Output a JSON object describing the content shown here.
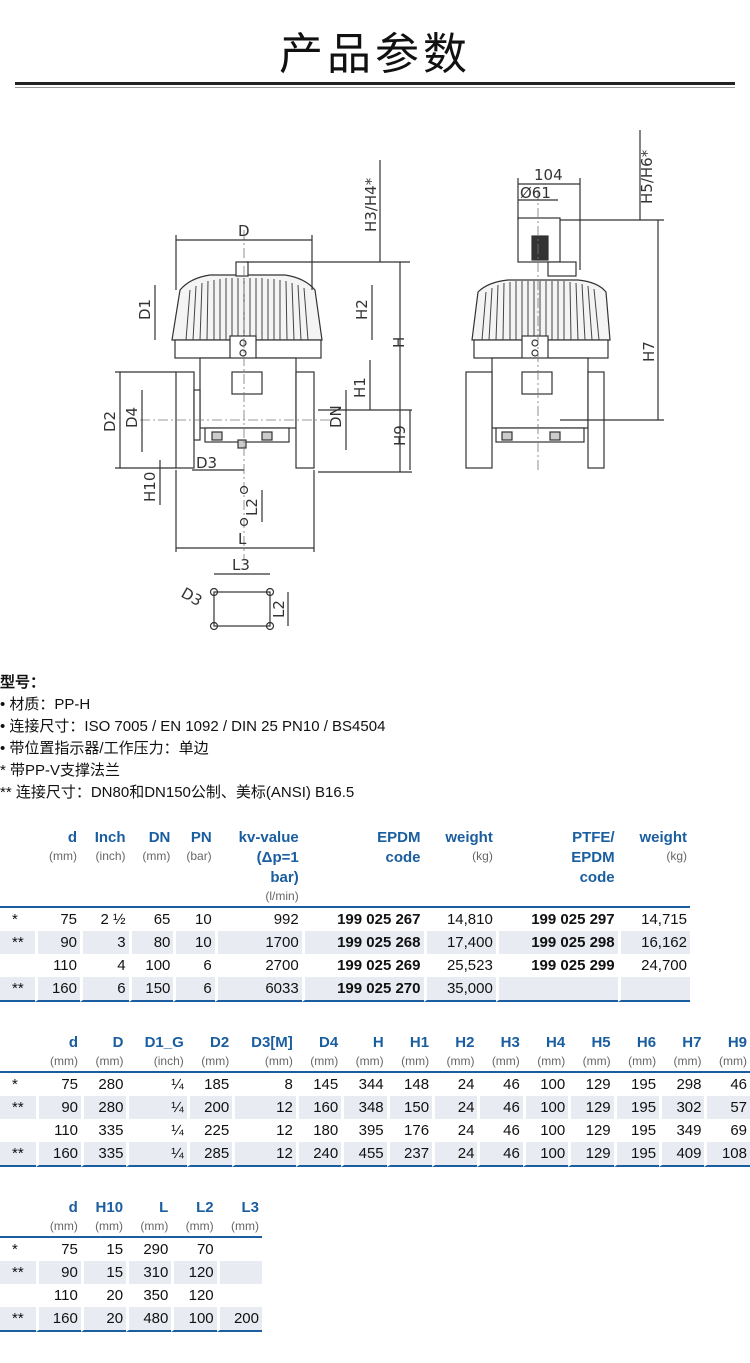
{
  "page": {
    "title": "产品参数"
  },
  "drawing": {
    "labels": {
      "D": "D",
      "D1": "D1",
      "D2": "D2",
      "D3": "D3",
      "D4": "D4",
      "DN": "DN",
      "H": "H",
      "H1": "H1",
      "H2": "H2",
      "H3H4": "H3/H4*",
      "H5H6": "H5/H6*",
      "H7": "H7",
      "H9": "H9",
      "H10": "H10",
      "L": "L",
      "L2": "L2",
      "L3": "L3",
      "w104": "104",
      "d61": "Ø61"
    }
  },
  "spec": {
    "heading": "型号：",
    "lines": [
      "• 材质：PP-H",
      "• 连接尺寸：ISO 7005 / EN 1092 / DIN 25 PN10 / BS4504",
      "• 带位置指示器/工作压力：单边",
      "* 带PP-V支撑法兰",
      "** 连接尺寸：DN80和DN150公制、美标(ANSI) B16.5"
    ]
  },
  "table1": {
    "headers": [
      {
        "l": [
          ""
        ],
        "u": ""
      },
      {
        "l": [
          "d"
        ],
        "u": "(mm)"
      },
      {
        "l": [
          "Inch"
        ],
        "u": "(inch)"
      },
      {
        "l": [
          "DN"
        ],
        "u": "(mm)"
      },
      {
        "l": [
          "PN"
        ],
        "u": "(bar)"
      },
      {
        "l": [
          "kv-value",
          "(Δp=1",
          "bar)"
        ],
        "u": "(l/min)"
      },
      {
        "l": [
          "EPDM",
          "code"
        ],
        "u": ""
      },
      {
        "l": [
          "weight"
        ],
        "u": "(kg)"
      },
      {
        "l": [
          "PTFE/",
          "EPDM",
          "code"
        ],
        "u": ""
      },
      {
        "l": [
          "weight"
        ],
        "u": "(kg)"
      }
    ],
    "rows": [
      [
        "*",
        "75",
        "2 ½",
        "65",
        "10",
        "992",
        "199 025 267",
        "14,810",
        "199 025 297",
        "14,715"
      ],
      [
        "**",
        "90",
        "3",
        "80",
        "10",
        "1700",
        "199 025 268",
        "17,400",
        "199 025 298",
        "16,162"
      ],
      [
        "",
        "110",
        "4",
        "100",
        "6",
        "2700",
        "199 025 269",
        "25,523",
        "199 025 299",
        "24,700"
      ],
      [
        "**",
        "160",
        "6",
        "150",
        "6",
        "6033",
        "199 025 270",
        "35,000",
        "",
        ""
      ]
    ]
  },
  "table2": {
    "headers": [
      {
        "l": [
          ""
        ],
        "u": ""
      },
      {
        "l": [
          "d"
        ],
        "u": "(mm)"
      },
      {
        "l": [
          "D"
        ],
        "u": "(mm)"
      },
      {
        "l": [
          "D1_G"
        ],
        "u": "(inch)"
      },
      {
        "l": [
          "D2"
        ],
        "u": "(mm)"
      },
      {
        "l": [
          "D3[M]"
        ],
        "u": "(mm)"
      },
      {
        "l": [
          "D4"
        ],
        "u": "(mm)"
      },
      {
        "l": [
          "H"
        ],
        "u": "(mm)"
      },
      {
        "l": [
          "H1"
        ],
        "u": "(mm)"
      },
      {
        "l": [
          "H2"
        ],
        "u": "(mm)"
      },
      {
        "l": [
          "H3"
        ],
        "u": "(mm)"
      },
      {
        "l": [
          "H4"
        ],
        "u": "(mm)"
      },
      {
        "l": [
          "H5"
        ],
        "u": "(mm)"
      },
      {
        "l": [
          "H6"
        ],
        "u": "(mm)"
      },
      {
        "l": [
          "H7"
        ],
        "u": "(mm)"
      },
      {
        "l": [
          "H9"
        ],
        "u": "(mm)"
      }
    ],
    "rows": [
      [
        "*",
        "75",
        "280",
        "¼",
        "185",
        "8",
        "145",
        "344",
        "148",
        "24",
        "46",
        "100",
        "129",
        "195",
        "298",
        "46"
      ],
      [
        "**",
        "90",
        "280",
        "¼",
        "200",
        "12",
        "160",
        "348",
        "150",
        "24",
        "46",
        "100",
        "129",
        "195",
        "302",
        "57"
      ],
      [
        "",
        "110",
        "335",
        "¼",
        "225",
        "12",
        "180",
        "395",
        "176",
        "24",
        "46",
        "100",
        "129",
        "195",
        "349",
        "69"
      ],
      [
        "**",
        "160",
        "335",
        "¼",
        "285",
        "12",
        "240",
        "455",
        "237",
        "24",
        "46",
        "100",
        "129",
        "195",
        "409",
        "108"
      ]
    ]
  },
  "table3": {
    "headers": [
      {
        "l": [
          ""
        ],
        "u": ""
      },
      {
        "l": [
          "d"
        ],
        "u": "(mm)"
      },
      {
        "l": [
          "H10"
        ],
        "u": "(mm)"
      },
      {
        "l": [
          "L"
        ],
        "u": "(mm)"
      },
      {
        "l": [
          "L2"
        ],
        "u": "(mm)"
      },
      {
        "l": [
          "L3"
        ],
        "u": "(mm)"
      }
    ],
    "rows": [
      [
        "*",
        "75",
        "15",
        "290",
        "70",
        ""
      ],
      [
        "**",
        "90",
        "15",
        "310",
        "120",
        ""
      ],
      [
        "",
        "110",
        "20",
        "350",
        "120",
        ""
      ],
      [
        "**",
        "160",
        "20",
        "480",
        "100",
        "200"
      ]
    ]
  }
}
